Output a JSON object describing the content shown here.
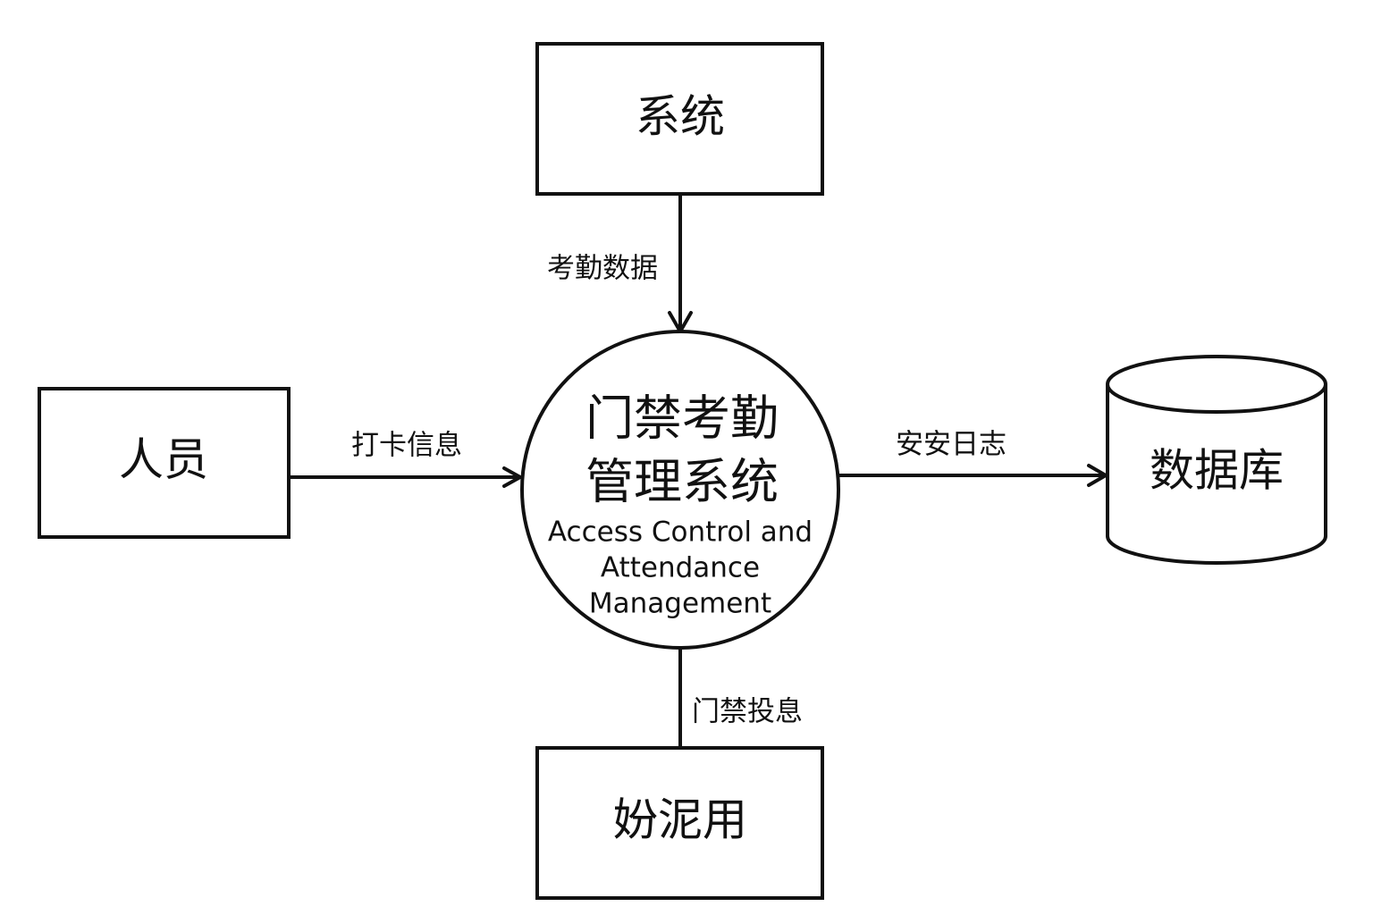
{
  "diagram": {
    "type": "data-flow-context-diagram",
    "colors": {
      "stroke": "#111111",
      "background": "#ffffff"
    },
    "center_process": {
      "label_zh_line1": "门禁考勤",
      "label_zh_line2": "管理系统",
      "label_en_line1": "Access Control and",
      "label_en_line2": "Attendance",
      "label_en_line3": "Management"
    },
    "entities": {
      "top": {
        "label": "系统",
        "shape": "rectangle"
      },
      "left": {
        "label": "人员",
        "shape": "rectangle"
      },
      "bottom": {
        "label": "妢泥用",
        "shape": "rectangle"
      },
      "right": {
        "label": "数据库",
        "shape": "cylinder"
      }
    },
    "flows": {
      "top_to_center": {
        "label": "考勤数据",
        "direction": "to-center"
      },
      "left_to_center": {
        "label": "打卡信息",
        "direction": "to-center"
      },
      "center_to_right": {
        "label": "安安日志",
        "direction": "from-center"
      },
      "center_to_bottom": {
        "label": "门禁投息",
        "direction": "none"
      }
    }
  }
}
